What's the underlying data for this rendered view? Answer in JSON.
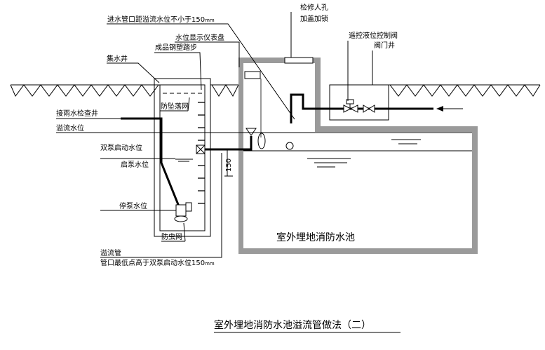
{
  "title": "室外埋地消防水池溢流管做法（二）",
  "tank_label": "室外埋地消防水池",
  "labels": {
    "inlet_distance": "进水管口距溢流水位不小于150",
    "inlet_distance_unit": "mm",
    "inspection_hole": "检修人孔",
    "inspection_hole_note": "加盖加锁",
    "remote_valve": "遥控液位控制阀",
    "valve_well": "阀门井",
    "level_gauge": "水位显示仪表盘",
    "steps": "成品钢塑踏步",
    "sump": "集水井",
    "fall_net": "防坠落网",
    "rain_well": "接雨水检查井",
    "overflow_level": "溢流水位",
    "dual_pump_level": "双泵启动水位",
    "pump_start_level": "启泵水位",
    "pump_stop_level": "停泵水位",
    "insect_net": "防虫网",
    "overflow_pipe": "溢流管",
    "overflow_note": "管口最低点高于双泵启动水位150",
    "overflow_note_unit": "mm",
    "dimension_150": "150"
  }
}
